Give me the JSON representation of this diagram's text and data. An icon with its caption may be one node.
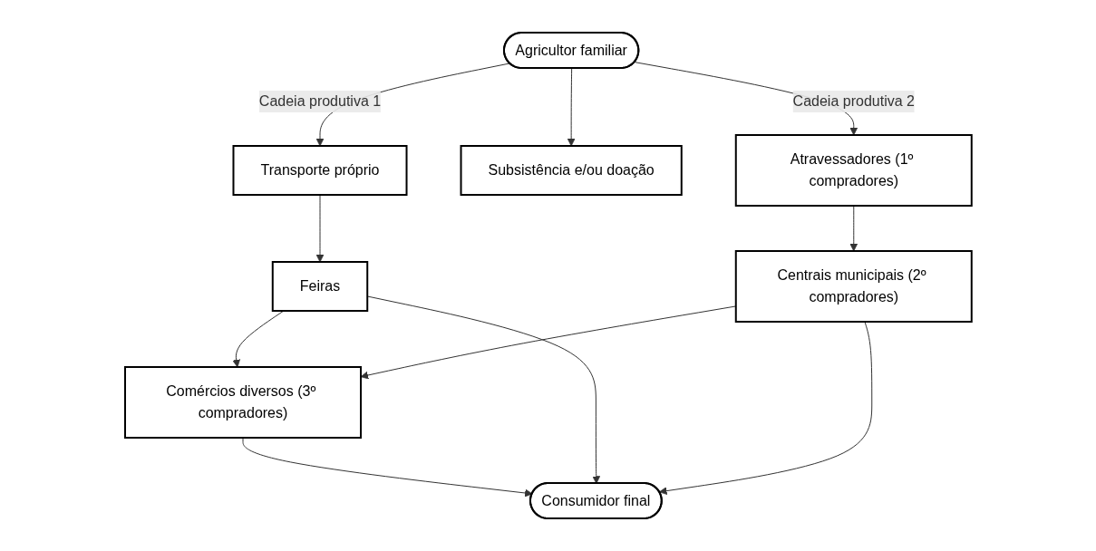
{
  "diagram": {
    "nodes": [
      {
        "text": [
          "Agricultor familiar"
        ]
      },
      {
        "text": [
          "Transporte próprio"
        ]
      },
      {
        "text": [
          "Subsistência e/ou doação"
        ]
      },
      {
        "text": [
          "Atravessadores (1º compradores)"
        ]
      },
      {
        "text": [
          "Feiras"
        ]
      },
      {
        "text": [
          "Comércios diversos (3º compradores)"
        ]
      },
      {
        "text": [
          "Centrais municipais (2º compradores)"
        ]
      },
      {
        "text": [
          "Consumidor final"
        ]
      }
    ],
    "edges": [
      {
        "from": 0,
        "to": 1,
        "arrow": "to",
        "label": "Cadeia produtiva 1"
      },
      {
        "from": 0,
        "to": 2,
        "arrow": "to"
      },
      {
        "from": 0,
        "to": 3,
        "arrow": "to",
        "label": "Cadeia produtiva 2"
      },
      {
        "from": 1,
        "to": 4,
        "arrow": "to"
      },
      {
        "from": 3,
        "to": 6,
        "arrow": "to"
      },
      {
        "from": 4,
        "to": 5,
        "arrow": "to"
      },
      {
        "from": 6,
        "to": 5,
        "arrow": "to"
      },
      {
        "from": 5,
        "to": 7,
        "arrow": "to"
      },
      {
        "from": 4,
        "to": 7,
        "arrow": "to"
      },
      {
        "from": 6,
        "to": 7,
        "arrow": "to"
      }
    ]
  }
}
